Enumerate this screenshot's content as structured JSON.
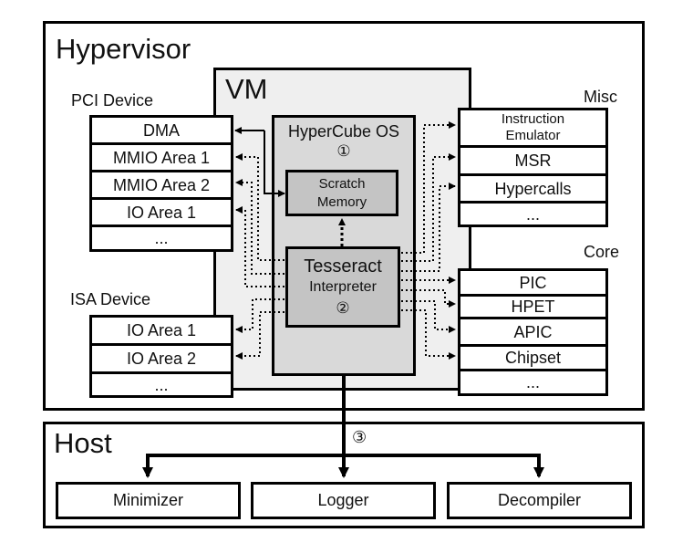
{
  "hypervisor": {
    "title": "Hypervisor",
    "pci_device": {
      "label": "PCI Device",
      "items": [
        "DMA",
        "MMIO Area 1",
        "MMIO Area 2",
        "IO Area 1",
        "..."
      ]
    },
    "isa_device": {
      "label": "ISA Device",
      "items": [
        "IO Area 1",
        "IO Area 2",
        "..."
      ]
    },
    "misc": {
      "label": "Misc",
      "items": [
        [
          "Instruction",
          "Emulator"
        ],
        "MSR",
        "Hypercalls",
        "..."
      ]
    },
    "core": {
      "label": "Core",
      "items": [
        "PIC",
        "HPET",
        "APIC",
        "Chipset",
        "..."
      ]
    },
    "vm": {
      "title": "VM",
      "os": {
        "title": "HyperCube OS",
        "marker": "①",
        "scratch": {
          "line1": "Scratch",
          "line2": "Memory"
        },
        "tesseract": {
          "line1": "Tesseract",
          "line2": "Interpreter",
          "marker": "②"
        }
      }
    }
  },
  "host": {
    "title": "Host",
    "marker": "③",
    "components": [
      "Minimizer",
      "Logger",
      "Decompiler"
    ]
  },
  "colors": {
    "vm_fill": "#efefef",
    "os_fill": "#d9d9d9",
    "inner_fill": "#c4c4c4",
    "stroke": "#000000"
  }
}
